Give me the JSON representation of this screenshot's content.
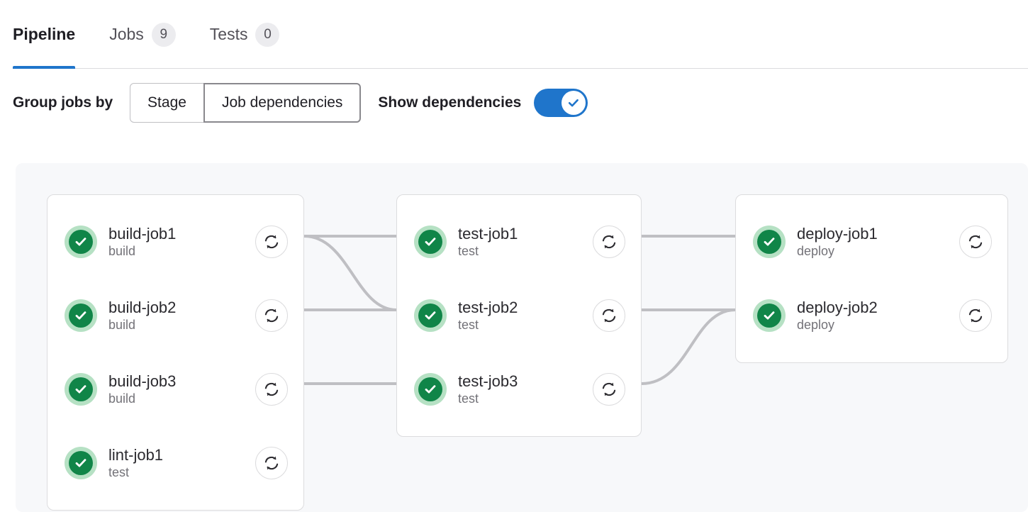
{
  "tabs": [
    {
      "label": "Pipeline",
      "badge": null,
      "active": true
    },
    {
      "label": "Jobs",
      "badge": "9",
      "active": false
    },
    {
      "label": "Tests",
      "badge": "0",
      "active": false
    }
  ],
  "controls": {
    "group_jobs_by_label": "Group jobs by",
    "segments": [
      {
        "label": "Stage",
        "selected": false
      },
      {
        "label": "Job dependencies",
        "selected": true
      }
    ],
    "show_dependencies_label": "Show dependencies",
    "show_dependencies_on": true,
    "toggle_icon": "check-icon"
  },
  "colors": {
    "accent": "#1f75cb",
    "success": "#108548",
    "success_ring": "#b6e1c4",
    "link": "#bfbfc3",
    "graph_bg": "#f7f8fa",
    "border": "#dcdcde"
  },
  "pipeline": {
    "columns": [
      {
        "name": "build-column",
        "jobs": [
          {
            "name": "build-job1",
            "stage": "build",
            "status": "success",
            "status_icon": "status-success-icon",
            "retry_icon": "retry-icon"
          },
          {
            "name": "build-job2",
            "stage": "build",
            "status": "success",
            "status_icon": "status-success-icon",
            "retry_icon": "retry-icon"
          },
          {
            "name": "build-job3",
            "stage": "build",
            "status": "success",
            "status_icon": "status-success-icon",
            "retry_icon": "retry-icon"
          },
          {
            "name": "lint-job1",
            "stage": "test",
            "status": "success",
            "status_icon": "status-success-icon",
            "retry_icon": "retry-icon"
          }
        ]
      },
      {
        "name": "test-column",
        "jobs": [
          {
            "name": "test-job1",
            "stage": "test",
            "status": "success",
            "status_icon": "status-success-icon",
            "retry_icon": "retry-icon"
          },
          {
            "name": "test-job2",
            "stage": "test",
            "status": "success",
            "status_icon": "status-success-icon",
            "retry_icon": "retry-icon"
          },
          {
            "name": "test-job3",
            "stage": "test",
            "status": "success",
            "status_icon": "status-success-icon",
            "retry_icon": "retry-icon"
          }
        ]
      },
      {
        "name": "deploy-column",
        "jobs": [
          {
            "name": "deploy-job1",
            "stage": "deploy",
            "status": "success",
            "status_icon": "status-success-icon",
            "retry_icon": "retry-icon"
          },
          {
            "name": "deploy-job2",
            "stage": "deploy",
            "status": "success",
            "status_icon": "status-success-icon",
            "retry_icon": "retry-icon"
          }
        ]
      }
    ],
    "dependencies": [
      {
        "from": "build-job1",
        "to": "test-job1"
      },
      {
        "from": "build-job1",
        "to": "test-job2"
      },
      {
        "from": "build-job2",
        "to": "test-job2"
      },
      {
        "from": "build-job3",
        "to": "test-job3"
      },
      {
        "from": "test-job1",
        "to": "deploy-job1"
      },
      {
        "from": "test-job2",
        "to": "deploy-job2"
      },
      {
        "from": "test-job3",
        "to": "deploy-job2"
      }
    ]
  }
}
